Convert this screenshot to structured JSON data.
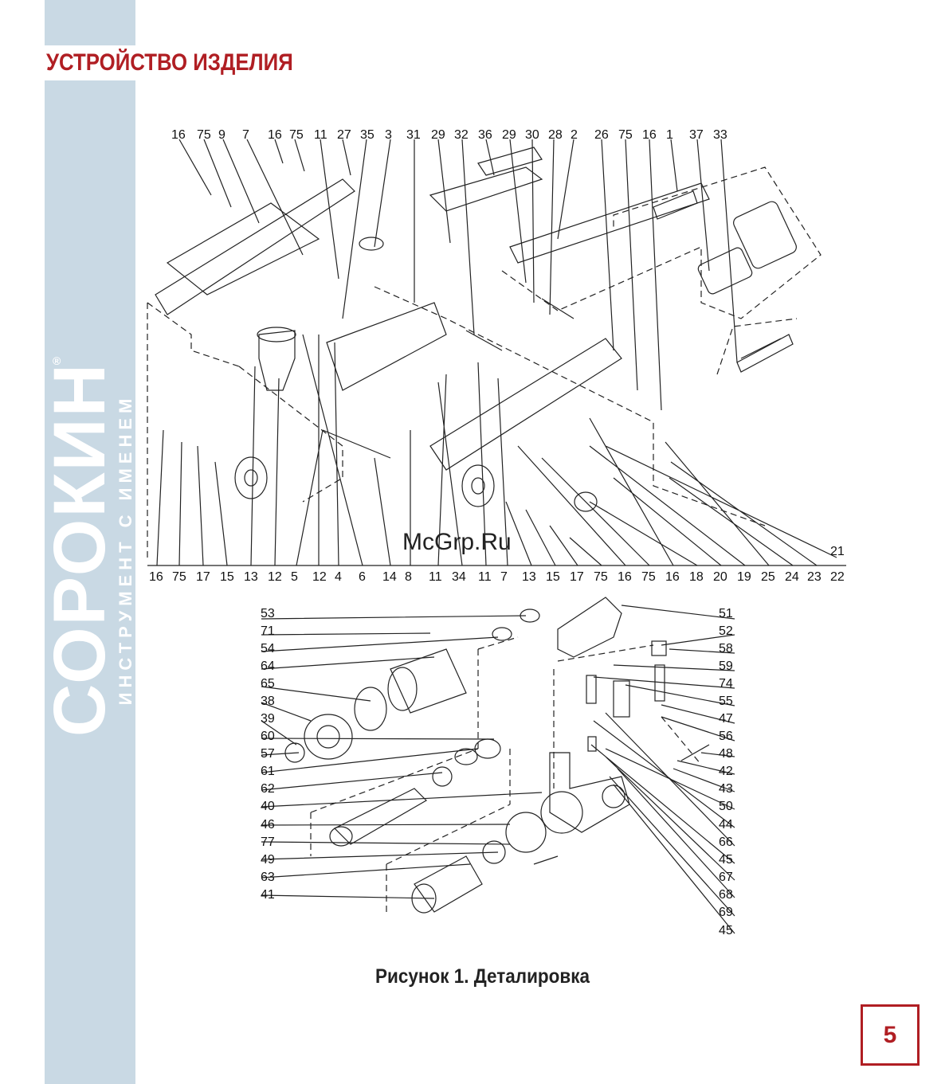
{
  "header": {
    "section_title": "УСТРОЙСТВО ИЗДЕЛИЯ"
  },
  "brand": {
    "name": "СОРОКИН",
    "tagline": "ИНСТРУМЕНТ С ИМЕНЕМ",
    "mark": "®"
  },
  "watermark": "McGrp.Ru",
  "figure": {
    "caption": "Рисунок 1. Деталировка",
    "top_labels": [
      "16",
      "75",
      "9",
      "7",
      "16",
      "75",
      "11",
      "27",
      "35",
      "3",
      "31",
      "29",
      "32",
      "36",
      "29",
      "30",
      "28",
      "2",
      "26",
      "75",
      "16",
      "1",
      "37",
      "33"
    ],
    "bottom_labels": [
      "16",
      "75",
      "17",
      "15",
      "13",
      "12",
      "5",
      "12",
      "4",
      "6",
      "14",
      "8",
      "11",
      "34",
      "11",
      "7",
      "13",
      "15",
      "17",
      "75",
      "16",
      "75",
      "16",
      "18",
      "20",
      "19",
      "25",
      "24",
      "23",
      "22"
    ],
    "label_21": "21",
    "lower_left_labels": [
      "53",
      "71",
      "54",
      "64",
      "65",
      "38",
      "39",
      "60",
      "57",
      "61",
      "62",
      "40",
      "46",
      "77",
      "49",
      "63",
      "41"
    ],
    "lower_right_labels": [
      "51",
      "52",
      "58",
      "59",
      "74",
      "55",
      "47",
      "56",
      "48",
      "42",
      "43",
      "50",
      "44",
      "66",
      "45",
      "67",
      "68",
      "69",
      "45"
    ]
  },
  "page_number": "5",
  "colors": {
    "accent": "#b01e23",
    "band": "#c9d9e4"
  }
}
